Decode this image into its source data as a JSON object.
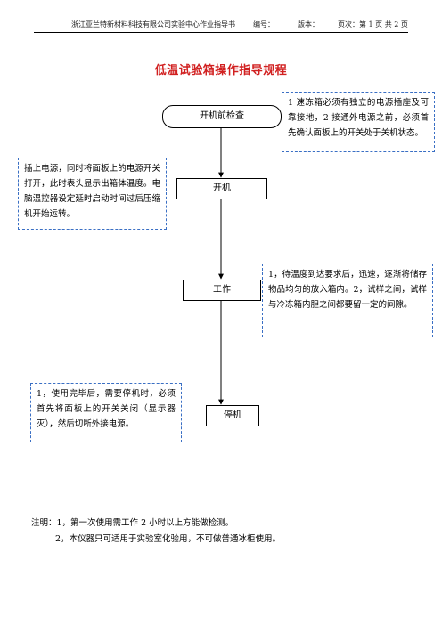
{
  "header": {
    "company": "浙江亚兰特新材料科技有限公司实验中心作业指导书",
    "code_label": "编号：",
    "version_label": "版本：",
    "page_label": "页次：第 1 页   共 2 页"
  },
  "title": "低温试验箱操作指导规程",
  "flow": {
    "start": "开机前检查",
    "step1": "开机",
    "step2": "工作",
    "step3": "停机"
  },
  "notes": {
    "top_right": "1 速冻箱必须有独立的电源插座及可靠接地，2 接通外电源之前，必须首先确认面板上的开关处于关机状态。",
    "left_power": "插上电源，同时将面板上的电源开关打开，此时表头显示出箱体温度。电脑温控器设定延时启动时间过后压缩机开始运转。",
    "right_work": "1，待温度到达要求后，迅速，逐渐将储存物品均匀的放入箱内。2，试样之间，试样与冷冻箱内胆之间都要留一定的间隙。",
    "left_stop": "1，使用完毕后，需要停机时，必须首先将面板上的开关关闭（显示器灭），然后切断外接电源。"
  },
  "footnotes": {
    "line1": "注明：1，第一次使用需工作 2 小时以上方能做检测。",
    "line2": "2，本仪器只可适用于实验室化验用，不可做普通冰柜使用。"
  },
  "colors": {
    "title": "#d12020",
    "note_border": "#3a6fc4"
  }
}
